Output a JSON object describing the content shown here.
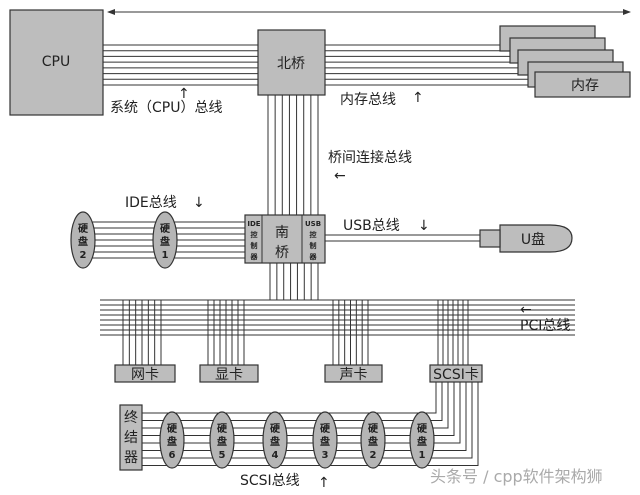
{
  "cpu": "CPU",
  "northbridge": "北桥",
  "memory": "内存",
  "system_bus": "系统（CPU）总线",
  "memory_bus": "内存总线",
  "bridge_bus": "桥间连接总线",
  "southbridge": "南桥",
  "ide_controller": [
    "IDE",
    "控",
    "制",
    "器"
  ],
  "usb_controller": [
    "USB",
    "控",
    "制",
    "器"
  ],
  "ide_bus": "IDE总线",
  "usb_bus": "USB总线",
  "udisk": "U盘",
  "pci_bus": "PCI总线",
  "ide_disks": [
    {
      "a": "硬",
      "b": "盘",
      "n": "2"
    },
    {
      "a": "硬",
      "b": "盘",
      "n": "1"
    }
  ],
  "cards": [
    "网卡",
    "显卡",
    "声卡",
    "SCSI卡"
  ],
  "terminator": [
    "终",
    "结",
    "器"
  ],
  "scsi_disks": [
    {
      "a": "硬",
      "b": "盘",
      "n": "6"
    },
    {
      "a": "硬",
      "b": "盘",
      "n": "5"
    },
    {
      "a": "硬",
      "b": "盘",
      "n": "4"
    },
    {
      "a": "硬",
      "b": "盘",
      "n": "3"
    },
    {
      "a": "硬",
      "b": "盘",
      "n": "2"
    },
    {
      "a": "硬",
      "b": "盘",
      "n": "1"
    }
  ],
  "scsi_bus": "SCSI总线",
  "arrows": {
    "up": "↑",
    "down": "↓",
    "left": "←"
  },
  "watermark": "头条号 / cpp软件架构狮"
}
